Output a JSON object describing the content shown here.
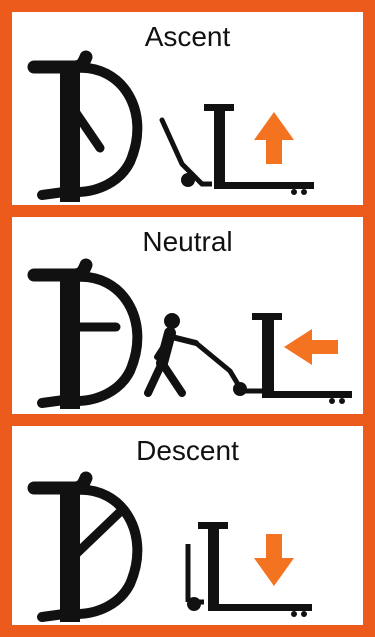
{
  "colors": {
    "frame": "#ec5a1c",
    "arrow": "#f47321",
    "ink": "#111111",
    "panel": "#ffffff"
  },
  "panels": [
    {
      "label": "Ascent",
      "arrow_direction": "up"
    },
    {
      "label": "Neutral",
      "arrow_direction": "left"
    },
    {
      "label": "Descent",
      "arrow_direction": "down"
    }
  ],
  "icons": [
    "lever-handle-icon",
    "pallet-jack-icon",
    "person-pulling-icon"
  ]
}
